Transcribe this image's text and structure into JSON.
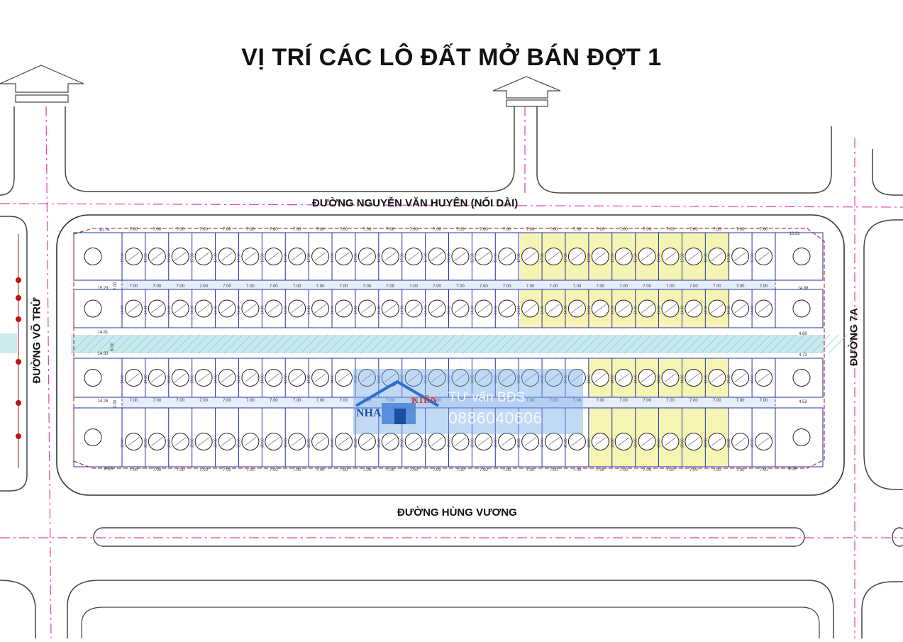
{
  "map": {
    "title": "VỊ TRÍ CÁC LÔ ĐẤT MỞ BÁN ĐỢT 1",
    "roads": {
      "top": "ĐƯỜNG NGUYỄN VĂN HUYÊN (NỐI DÀI)",
      "bottom": "ĐƯỜNG HÙNG VƯƠNG",
      "left": "ĐƯỜNG VÕ TRỪ",
      "right": "ĐƯỜNG 7A"
    },
    "lot_width": "7.00",
    "row_depths": [
      "17.00",
      "14.00",
      "14.00",
      "20.00"
    ],
    "alley_width": "2.00",
    "center_strip_width": "6.00",
    "edge_dims": {
      "top_left": "10.75",
      "top_right": "10.21",
      "bottom_left": "8.60",
      "bottom_right": "9.26",
      "left": [
        "15.23",
        "14.81",
        "14.63",
        "14.25"
      ],
      "right": [
        "14.98",
        "4.80",
        "4.72",
        "4.53"
      ]
    },
    "colors": {
      "highlight": "#f3f09a",
      "road_center": "#e040b0",
      "lot_line": "#2233aa",
      "dim_line": "#aa1111",
      "strip": "#bfe6ea"
    }
  },
  "watermark": {
    "brand": "KIẾN",
    "brand_prefix": "NHA",
    "text": "TƯ vấn BĐS",
    "phone": "0886040606"
  }
}
